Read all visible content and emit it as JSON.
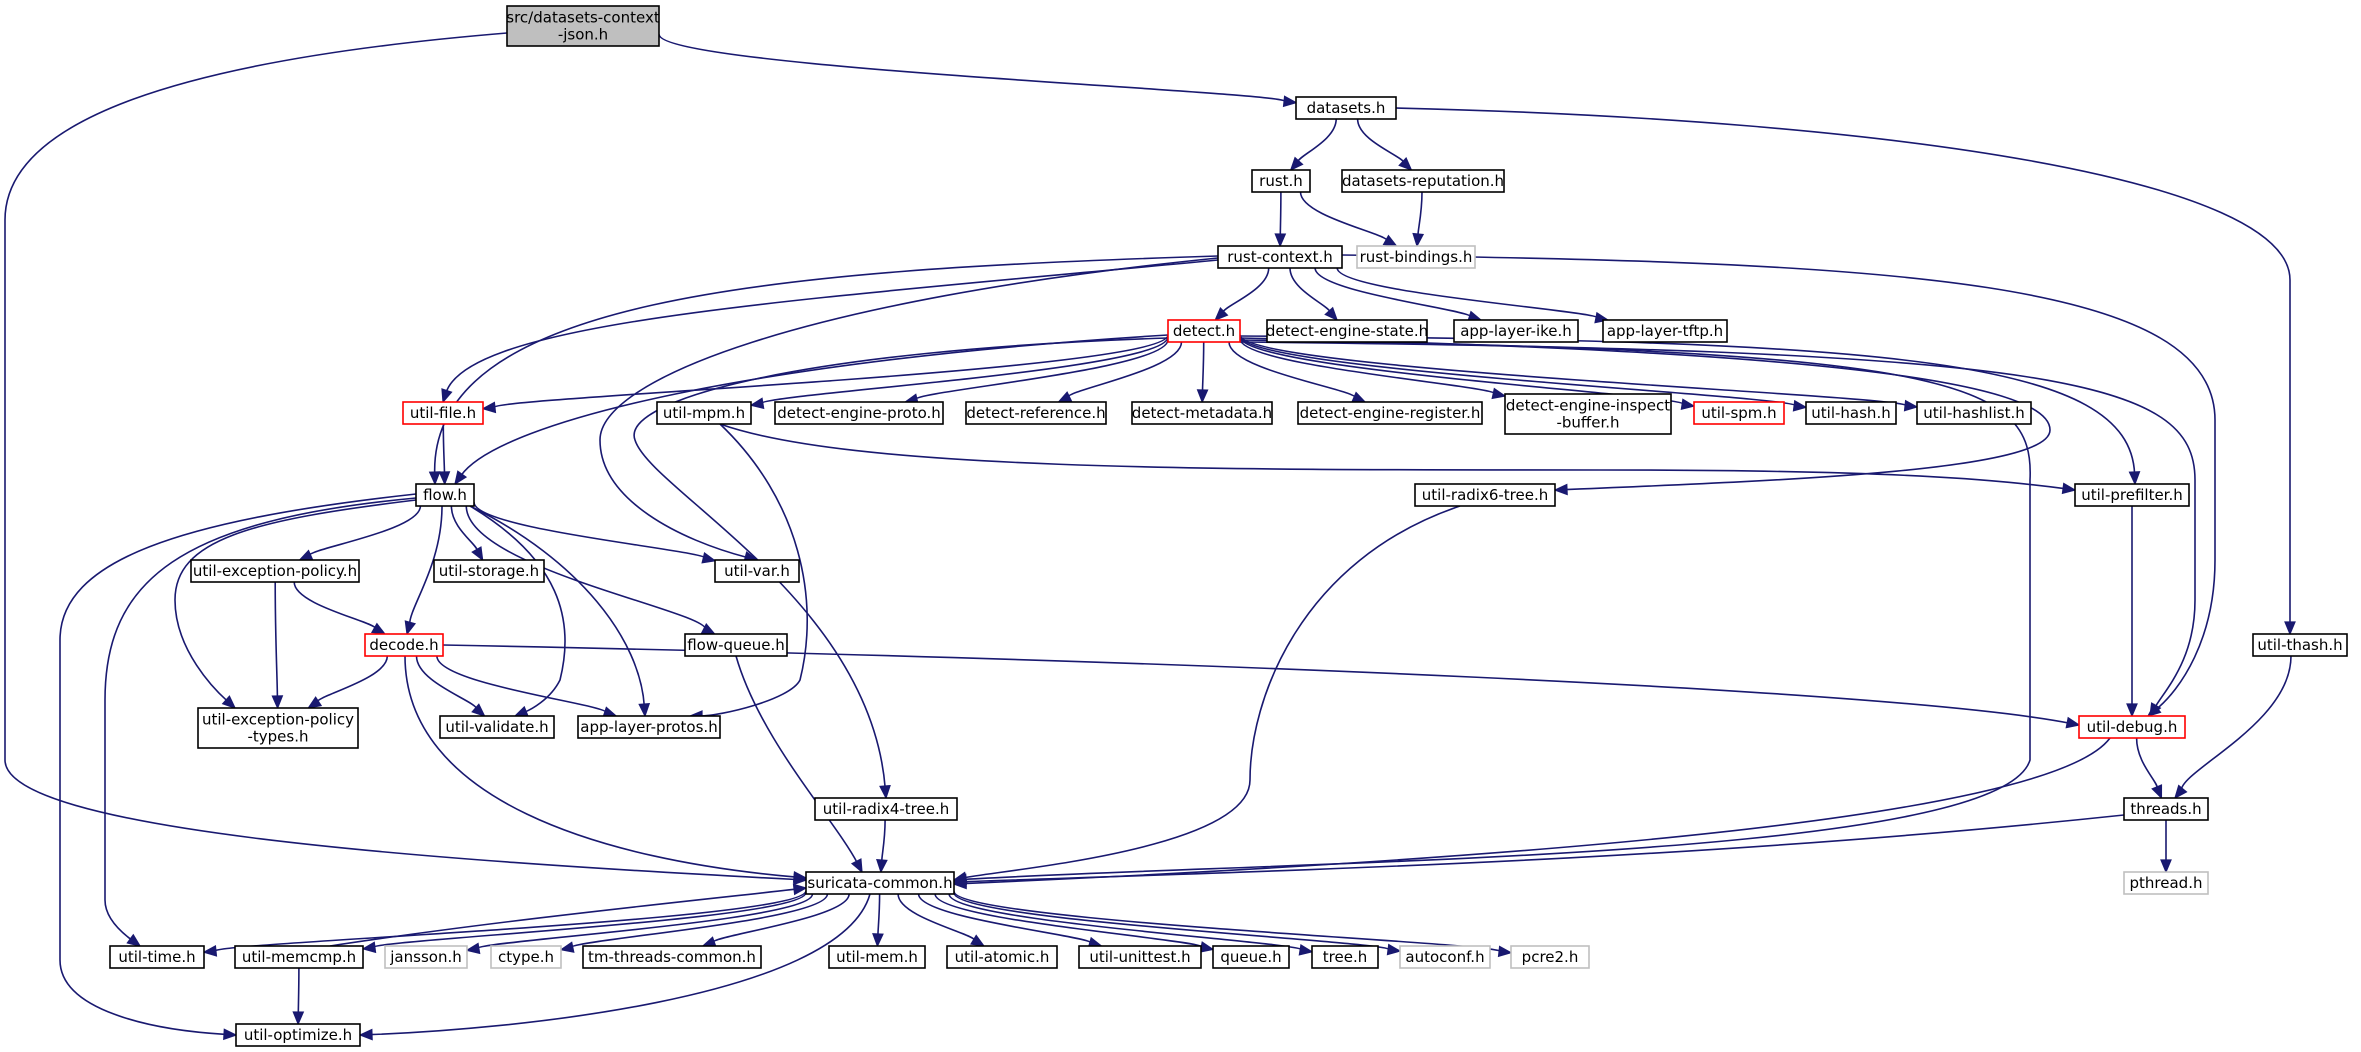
{
  "colors": {
    "edge": "#191970",
    "node_border": "#000000",
    "node_border_truncated": "#ff0000",
    "node_border_external": "#bfbfbf",
    "node_fill": "#ffffff",
    "root_fill": "#bfbfbf",
    "text": "#000000"
  },
  "nodes": [
    {
      "id": "root",
      "lines": [
        "src/datasets-context",
        "-json.h"
      ],
      "kind": "root"
    },
    {
      "id": "datasets",
      "lines": [
        "datasets.h"
      ],
      "kind": "normal"
    },
    {
      "id": "rust",
      "lines": [
        "rust.h"
      ],
      "kind": "normal"
    },
    {
      "id": "datasets_rep",
      "lines": [
        "datasets-reputation.h"
      ],
      "kind": "normal"
    },
    {
      "id": "rust_bindings",
      "lines": [
        "rust-bindings.h"
      ],
      "kind": "external"
    },
    {
      "id": "rust_context",
      "lines": [
        "rust-context.h"
      ],
      "kind": "normal"
    },
    {
      "id": "detect",
      "lines": [
        "detect.h"
      ],
      "kind": "truncated"
    },
    {
      "id": "detect_engine_state",
      "lines": [
        "detect-engine-state.h"
      ],
      "kind": "normal"
    },
    {
      "id": "app_layer_ike",
      "lines": [
        "app-layer-ike.h"
      ],
      "kind": "normal"
    },
    {
      "id": "app_layer_tftp",
      "lines": [
        "app-layer-tftp.h"
      ],
      "kind": "normal"
    },
    {
      "id": "util_file",
      "lines": [
        "util-file.h"
      ],
      "kind": "truncated"
    },
    {
      "id": "util_mpm",
      "lines": [
        "util-mpm.h"
      ],
      "kind": "normal"
    },
    {
      "id": "detect_engine_proto",
      "lines": [
        "detect-engine-proto.h"
      ],
      "kind": "normal"
    },
    {
      "id": "detect_reference",
      "lines": [
        "detect-reference.h"
      ],
      "kind": "normal"
    },
    {
      "id": "detect_metadata",
      "lines": [
        "detect-metadata.h"
      ],
      "kind": "normal"
    },
    {
      "id": "detect_engine_register",
      "lines": [
        "detect-engine-register.h"
      ],
      "kind": "normal"
    },
    {
      "id": "detect_engine_inspect_buffer",
      "lines": [
        "detect-engine-inspect",
        "-buffer.h"
      ],
      "kind": "normal"
    },
    {
      "id": "util_spm",
      "lines": [
        "util-spm.h"
      ],
      "kind": "truncated"
    },
    {
      "id": "util_hash",
      "lines": [
        "util-hash.h"
      ],
      "kind": "normal"
    },
    {
      "id": "util_hashlist",
      "lines": [
        "util-hashlist.h"
      ],
      "kind": "normal"
    },
    {
      "id": "flow",
      "lines": [
        "flow.h"
      ],
      "kind": "normal"
    },
    {
      "id": "util_radix6_tree",
      "lines": [
        "util-radix6-tree.h"
      ],
      "kind": "normal"
    },
    {
      "id": "util_prefilter",
      "lines": [
        "util-prefilter.h"
      ],
      "kind": "normal"
    },
    {
      "id": "util_exception_policy",
      "lines": [
        "util-exception-policy.h"
      ],
      "kind": "normal"
    },
    {
      "id": "util_storage",
      "lines": [
        "util-storage.h"
      ],
      "kind": "normal"
    },
    {
      "id": "util_var",
      "lines": [
        "util-var.h"
      ],
      "kind": "normal"
    },
    {
      "id": "decode",
      "lines": [
        "decode.h"
      ],
      "kind": "truncated"
    },
    {
      "id": "flow_queue",
      "lines": [
        "flow-queue.h"
      ],
      "kind": "normal"
    },
    {
      "id": "util_thash",
      "lines": [
        "util-thash.h"
      ],
      "kind": "normal"
    },
    {
      "id": "util_exception_policy_types",
      "lines": [
        "util-exception-policy",
        "-types.h"
      ],
      "kind": "normal"
    },
    {
      "id": "util_validate",
      "lines": [
        "util-validate.h"
      ],
      "kind": "normal"
    },
    {
      "id": "app_layer_protos",
      "lines": [
        "app-layer-protos.h"
      ],
      "kind": "normal"
    },
    {
      "id": "util_debug",
      "lines": [
        "util-debug.h"
      ],
      "kind": "truncated"
    },
    {
      "id": "util_radix4_tree",
      "lines": [
        "util-radix4-tree.h"
      ],
      "kind": "normal"
    },
    {
      "id": "threads",
      "lines": [
        "threads.h"
      ],
      "kind": "normal"
    },
    {
      "id": "suricata_common",
      "lines": [
        "suricata-common.h"
      ],
      "kind": "normal"
    },
    {
      "id": "pthread",
      "lines": [
        "pthread.h"
      ],
      "kind": "external"
    },
    {
      "id": "util_time",
      "lines": [
        "util-time.h"
      ],
      "kind": "normal"
    },
    {
      "id": "util_memcmp",
      "lines": [
        "util-memcmp.h"
      ],
      "kind": "normal"
    },
    {
      "id": "jansson",
      "lines": [
        "jansson.h"
      ],
      "kind": "external"
    },
    {
      "id": "ctype",
      "lines": [
        "ctype.h"
      ],
      "kind": "external"
    },
    {
      "id": "tm_threads_common",
      "lines": [
        "tm-threads-common.h"
      ],
      "kind": "normal"
    },
    {
      "id": "util_mem",
      "lines": [
        "util-mem.h"
      ],
      "kind": "normal"
    },
    {
      "id": "util_atomic",
      "lines": [
        "util-atomic.h"
      ],
      "kind": "normal"
    },
    {
      "id": "util_unittest",
      "lines": [
        "util-unittest.h"
      ],
      "kind": "normal"
    },
    {
      "id": "queue",
      "lines": [
        "queue.h"
      ],
      "kind": "normal"
    },
    {
      "id": "tree",
      "lines": [
        "tree.h"
      ],
      "kind": "normal"
    },
    {
      "id": "autoconf",
      "lines": [
        "autoconf.h"
      ],
      "kind": "external"
    },
    {
      "id": "pcre2",
      "lines": [
        "pcre2.h"
      ],
      "kind": "external"
    },
    {
      "id": "util_optimize",
      "lines": [
        "util-optimize.h"
      ],
      "kind": "normal"
    }
  ],
  "edges": [
    [
      "root",
      "datasets"
    ],
    [
      "root",
      "suricata_common"
    ],
    [
      "datasets",
      "rust"
    ],
    [
      "datasets",
      "datasets_rep"
    ],
    [
      "datasets",
      "util_thash"
    ],
    [
      "rust",
      "rust_context"
    ],
    [
      "rust",
      "rust_bindings"
    ],
    [
      "datasets_rep",
      "rust_bindings"
    ],
    [
      "rust_context",
      "detect"
    ],
    [
      "rust_context",
      "detect_engine_state"
    ],
    [
      "rust_context",
      "app_layer_ike"
    ],
    [
      "rust_context",
      "app_layer_tftp"
    ],
    [
      "rust_context",
      "util_file"
    ],
    [
      "rust_context",
      "flow"
    ],
    [
      "rust_context",
      "util_var"
    ],
    [
      "rust_context",
      "util_debug"
    ],
    [
      "detect",
      "util_file"
    ],
    [
      "detect",
      "util_mpm"
    ],
    [
      "detect",
      "detect_engine_proto"
    ],
    [
      "detect",
      "detect_reference"
    ],
    [
      "detect",
      "detect_metadata"
    ],
    [
      "detect",
      "detect_engine_register"
    ],
    [
      "detect",
      "detect_engine_inspect_buffer"
    ],
    [
      "detect",
      "util_spm"
    ],
    [
      "detect",
      "util_hash"
    ],
    [
      "detect",
      "util_hashlist"
    ],
    [
      "detect",
      "flow"
    ],
    [
      "detect",
      "util_radix6_tree"
    ],
    [
      "detect",
      "util_prefilter"
    ],
    [
      "detect",
      "util_radix4_tree"
    ],
    [
      "detect",
      "suricata_common"
    ],
    [
      "detect",
      "util_debug"
    ],
    [
      "util_file",
      "flow"
    ],
    [
      "util_mpm",
      "util_prefilter"
    ],
    [
      "util_mpm",
      "app_layer_protos"
    ],
    [
      "flow",
      "util_exception_policy"
    ],
    [
      "flow",
      "util_storage"
    ],
    [
      "flow",
      "util_var"
    ],
    [
      "flow",
      "decode"
    ],
    [
      "flow",
      "flow_queue"
    ],
    [
      "flow",
      "util_validate"
    ],
    [
      "flow",
      "app_layer_protos"
    ],
    [
      "flow",
      "util_exception_policy_types"
    ],
    [
      "flow",
      "util_time"
    ],
    [
      "flow",
      "util_optimize"
    ],
    [
      "util_exception_policy",
      "decode"
    ],
    [
      "util_exception_policy",
      "util_exception_policy_types"
    ],
    [
      "decode",
      "util_exception_policy_types"
    ],
    [
      "decode",
      "util_validate"
    ],
    [
      "decode",
      "app_layer_protos"
    ],
    [
      "decode",
      "util_debug"
    ],
    [
      "decode",
      "suricata_common"
    ],
    [
      "flow_queue",
      "suricata_common"
    ],
    [
      "util_radix6_tree",
      "suricata_common"
    ],
    [
      "util_prefilter",
      "util_debug"
    ],
    [
      "util_thash",
      "threads"
    ],
    [
      "util_debug",
      "threads"
    ],
    [
      "util_debug",
      "suricata_common"
    ],
    [
      "util_radix4_tree",
      "suricata_common"
    ],
    [
      "threads",
      "suricata_common"
    ],
    [
      "threads",
      "pthread"
    ],
    [
      "suricata_common",
      "util_time"
    ],
    [
      "suricata_common",
      "util_memcmp"
    ],
    [
      "suricata_common",
      "jansson"
    ],
    [
      "suricata_common",
      "ctype"
    ],
    [
      "suricata_common",
      "tm_threads_common"
    ],
    [
      "suricata_common",
      "util_mem"
    ],
    [
      "suricata_common",
      "util_atomic"
    ],
    [
      "suricata_common",
      "util_unittest"
    ],
    [
      "suricata_common",
      "queue"
    ],
    [
      "suricata_common",
      "tree"
    ],
    [
      "suricata_common",
      "autoconf"
    ],
    [
      "suricata_common",
      "pcre2"
    ],
    [
      "suricata_common",
      "util_optimize"
    ],
    [
      "util_memcmp",
      "suricata_common"
    ],
    [
      "util_memcmp",
      "util_optimize"
    ]
  ]
}
